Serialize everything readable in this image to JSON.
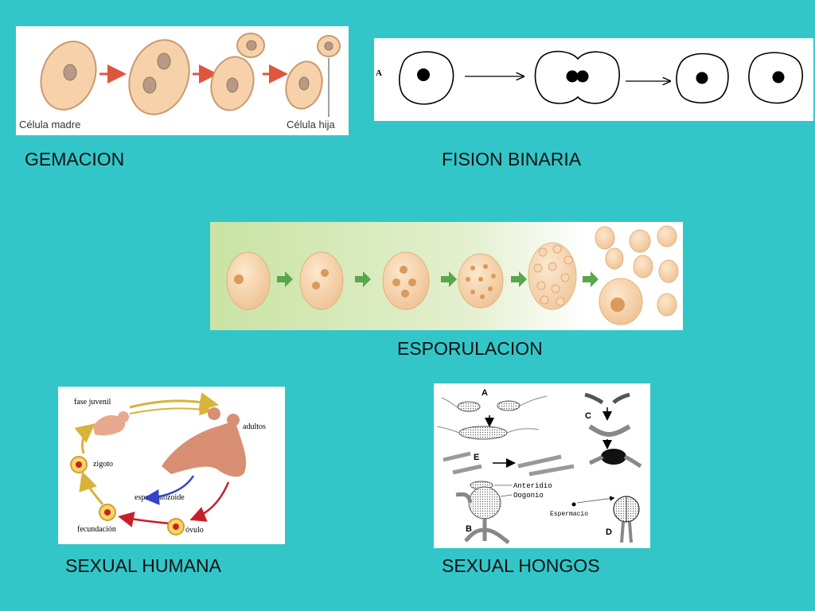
{
  "gemacion": {
    "caption": "GEMACION",
    "label_mother": "Célula madre",
    "label_daughter": "Célula hija"
  },
  "fision": {
    "caption": "FISION BINARIA",
    "panel_letter": "A"
  },
  "esporulacion": {
    "caption": "ESPORULACION"
  },
  "humana": {
    "caption": "SEXUAL HUMANA",
    "labels": {
      "juvenil": "fase juvenil",
      "adultos": "adultos",
      "zigoto": "zigoto",
      "espermatozoide": "espermatozoide",
      "fecundacion": "fecundación",
      "ovulo": "óvulo"
    }
  },
  "hongos": {
    "caption": "SEXUAL HONGOS",
    "labels": {
      "a": "A",
      "b": "B",
      "c": "C",
      "d": "D",
      "e": "E",
      "anteridio": "Anteridio",
      "oogonio": "Oogonio",
      "espermacio": "Espermacio"
    }
  },
  "colors": {
    "background": "#33c6c9",
    "cell_fill": "#f6d1aa",
    "arrow_red": "#e0553e",
    "arrow_green": "#5aa64a"
  }
}
